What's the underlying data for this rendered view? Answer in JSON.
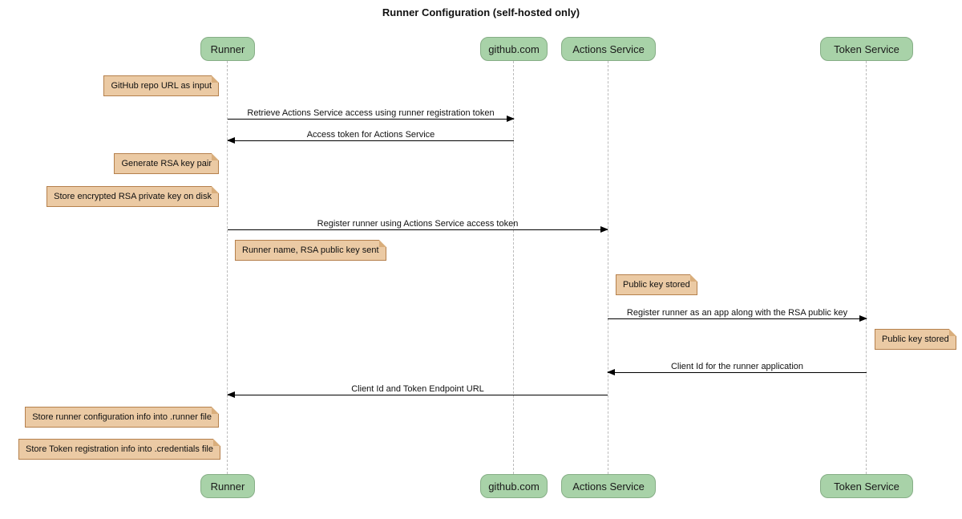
{
  "title": "Runner Configuration (self-hosted only)",
  "participants": [
    {
      "name": "Runner"
    },
    {
      "name": "github.com"
    },
    {
      "name": "Actions Service"
    },
    {
      "name": "Token Service"
    }
  ],
  "messages": [
    {
      "from": "Runner",
      "to": "github.com",
      "direction": "right",
      "label": "Retrieve Actions Service access using runner registration token"
    },
    {
      "from": "github.com",
      "to": "Runner",
      "direction": "left",
      "label": "Access token for Actions Service"
    },
    {
      "from": "Runner",
      "to": "Actions Service",
      "direction": "right",
      "label": "Register runner using Actions Service access token"
    },
    {
      "from": "Actions Service",
      "to": "Token Service",
      "direction": "right",
      "label": "Register runner as an app along with the RSA public key"
    },
    {
      "from": "Token Service",
      "to": "Actions Service",
      "direction": "left",
      "label": "Client Id for the runner application"
    },
    {
      "from": "Actions Service",
      "to": "Runner",
      "direction": "left",
      "label": "Client Id and Token Endpoint URL"
    }
  ],
  "notes": [
    {
      "anchor": "Runner",
      "side": "left",
      "text": "GitHub repo URL as input"
    },
    {
      "anchor": "Runner",
      "side": "left",
      "text": "Generate RSA key pair"
    },
    {
      "anchor": "Runner",
      "side": "left",
      "text": "Store encrypted RSA private key on disk"
    },
    {
      "anchor": "Runner",
      "side": "right",
      "text": "Runner name, RSA public key sent"
    },
    {
      "anchor": "Actions Service",
      "side": "right",
      "text": "Public key stored"
    },
    {
      "anchor": "Token Service",
      "side": "right",
      "text": "Public key stored"
    },
    {
      "anchor": "Runner",
      "side": "left",
      "text": "Store runner configuration info into .runner file"
    },
    {
      "anchor": "Runner",
      "side": "left",
      "text": "Store Token registration info into .credentials file"
    }
  ],
  "colors": {
    "participant-fill": "#A8D2A8",
    "participant-border": "#86AE86",
    "note-fill": "#EBCAA4",
    "note-border": "#B5804C",
    "note-fold": "#D9AE7C",
    "lifeline": "#BBBBBB",
    "arrow": "#000000"
  }
}
